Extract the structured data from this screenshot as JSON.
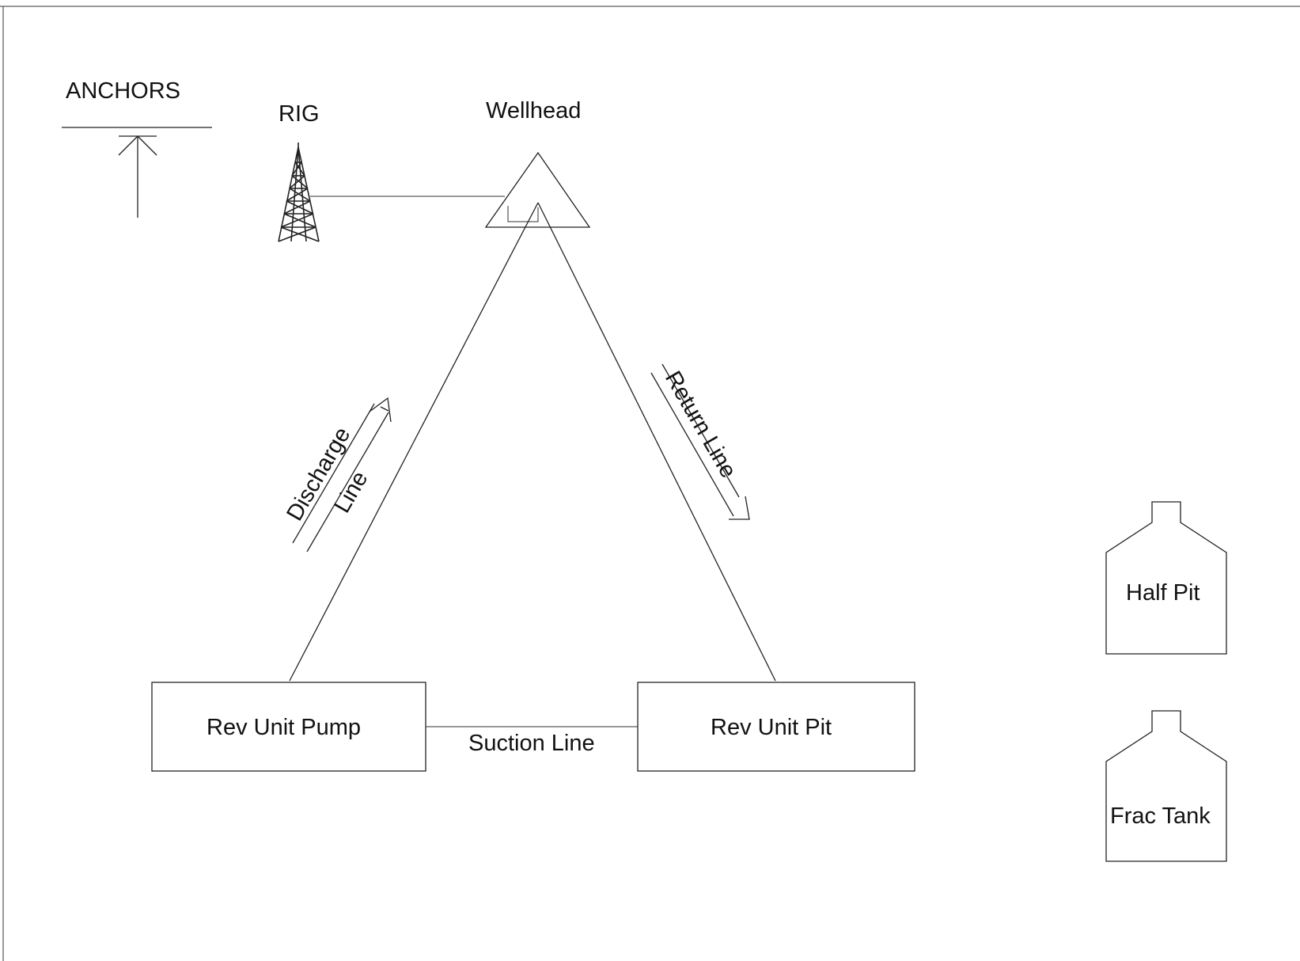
{
  "labels": {
    "anchors": "ANCHORS",
    "rig": "RIG",
    "wellhead": "Wellhead",
    "discharge_line_1": "Discharge",
    "discharge_line_2": "Line",
    "return_line": "Return Line",
    "rev_unit_pump": "Rev Unit Pump",
    "suction_line": "Suction Line",
    "rev_unit_pit": "Rev Unit Pit",
    "half_pit": "Half Pit",
    "frac_tank": "Frac Tank"
  },
  "icons": {
    "anchor": "anchor-icon",
    "rig": "derrick-tower-icon",
    "wellhead": "triangle-wellhead-icon"
  },
  "colors": {
    "stroke": "#222222",
    "background": "#ffffff"
  }
}
